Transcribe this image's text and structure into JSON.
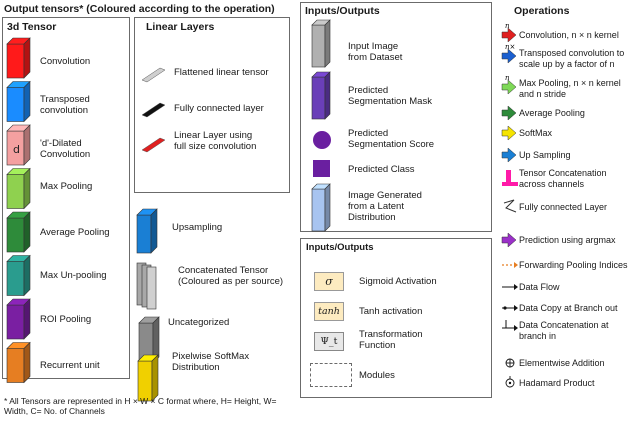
{
  "left_section": {
    "title": "Output tensors* (Coloured according to the operation)",
    "tensor3d": {
      "title": "3d Tensor",
      "items": [
        {
          "label": "Convolution",
          "color": "#ff1a1a"
        },
        {
          "label": "Transposed\nconvolution",
          "color": "#1a8cff"
        },
        {
          "label": "'d'-Dilated\nConvolution",
          "color": "#f4a0a0",
          "glyph": "d"
        },
        {
          "label": "Max Pooling",
          "color": "#8fd14f"
        },
        {
          "label": "Average Pooling",
          "color": "#2e8b3a"
        },
        {
          "label": "Max Un-pooling",
          "color": "#2a9c8e"
        },
        {
          "label": "ROI Pooling",
          "color": "#7a1fa2"
        },
        {
          "label": "Recurrent unit",
          "color": "#e67e22"
        }
      ]
    },
    "linear": {
      "title": "Linear Layers",
      "items": [
        {
          "label": "Flattened linear tensor",
          "color": "#cfcfcf"
        },
        {
          "label": "Fully connected layer",
          "color": "#111111"
        },
        {
          "label": "Linear Layer using\nfull size convolution",
          "color": "#e02020"
        }
      ]
    },
    "others": [
      {
        "label": "Upsampling",
        "color": "#1a7fd4"
      },
      {
        "label": "Concatenated Tensor\n(Coloured as per source)",
        "color": "#b8b8b8"
      },
      {
        "label": "Uncategorized",
        "color": "#8a8a8a"
      },
      {
        "label": "Pixelwise SoftMax\nDistribution",
        "color": "#f0d000"
      }
    ],
    "footnote": "* All Tensors are represented in H × W × C format where, H= Height, W=\nWidth, C= No. of Channels"
  },
  "io_section": {
    "title": "Inputs/Outputs",
    "items": [
      {
        "label": "Input Image\nfrom Dataset",
        "color": "#b0b0b0"
      },
      {
        "label": "Predicted\nSegmentation Mask",
        "color": "#6a3fb8"
      },
      {
        "label": "Predicted\nSegmentation Score",
        "color": "#6a1fa0"
      },
      {
        "label": "Predicted Class",
        "color": "#6a1fa0"
      },
      {
        "label": "Image Generated\nfrom a Latent\nDistribution",
        "color": "#a8c4f0"
      }
    ]
  },
  "io2_section": {
    "title": "Inputs/Outputs",
    "items": [
      {
        "symbol": "σ",
        "label": "Sigmoid Activation"
      },
      {
        "symbol": "tanh",
        "label": "Tanh activation"
      },
      {
        "symbol": "Ψ_t",
        "label": "Transformation\nFunction"
      },
      {
        "symbol": "",
        "label": "Modules"
      }
    ]
  },
  "ops_section": {
    "title": "Operations",
    "items": [
      {
        "label": "Convolution, n × n kernel",
        "arrow_text": "n",
        "color": "#e02020"
      },
      {
        "label": "Transposed convolution to\nscale up by a factor of n",
        "arrow_text": "n×",
        "color": "#1a5fd0"
      },
      {
        "label": "Max Pooling, n × n kernel\nand n stride",
        "arrow_text": "n",
        "color": "#7ed957"
      },
      {
        "label": "Average Pooling",
        "arrow_text": "",
        "color": "#2e8b3a"
      },
      {
        "label": "SoftMax",
        "arrow_text": "",
        "color": "#f5e400"
      },
      {
        "label": "Up Sampling",
        "arrow_text": "",
        "color": "#1a7fd4"
      },
      {
        "label": "Tensor Concatenation\nacross channels",
        "arrow_text": "",
        "color": "#ff1aa8"
      },
      {
        "label": "Fully connected Layer",
        "arrow_text": "",
        "color": "#333333"
      },
      {
        "label": "Prediction using argmax",
        "arrow_text": "",
        "color": "#9b30c9"
      },
      {
        "label": "Forwarding Pooling Indices",
        "arrow_text": "",
        "color": "#e67e22"
      },
      {
        "label": "Data Flow",
        "arrow_text": "",
        "color": "#111111"
      },
      {
        "label": "Data Copy at Branch out",
        "arrow_text": "",
        "color": "#111111"
      },
      {
        "label": "Data Concatenation at\nbranch in",
        "arrow_text": "",
        "color": "#111111"
      },
      {
        "label": "Elementwise Addition",
        "arrow_text": "",
        "color": "#111111"
      },
      {
        "label": "Hadamard Product",
        "arrow_text": "",
        "color": "#111111"
      }
    ]
  }
}
